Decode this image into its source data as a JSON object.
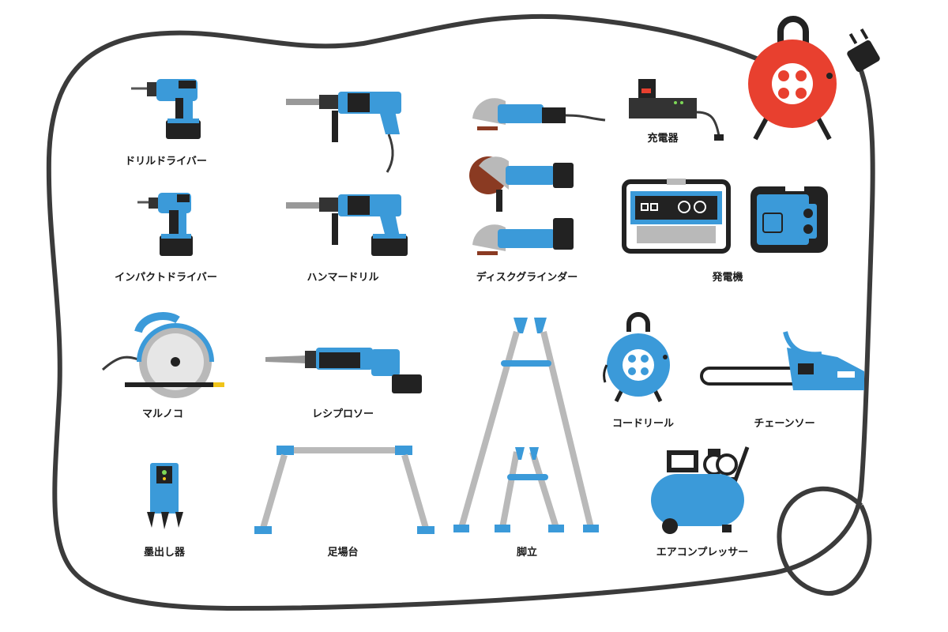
{
  "colors": {
    "cord": "#3b3b3b",
    "tool_blue": "#3b9ad9",
    "tool_dark": "#222222",
    "metal_gray": "#b9b9b9",
    "reel_red": "#e8402f",
    "disc_brown": "#8a3a22"
  },
  "tools": [
    {
      "id": "drill-driver",
      "label": "ドリルドライバー",
      "icon": "drill-driver-icon"
    },
    {
      "id": "impact-driver",
      "label": "インパクトドライバー",
      "icon": "impact-driver-icon"
    },
    {
      "id": "hammer-drill",
      "label": "ハンマードリル",
      "icon": "hammer-drill-icon"
    },
    {
      "id": "disc-grinder",
      "label": "ディスクグラインダー",
      "icon": "disc-grinder-icon"
    },
    {
      "id": "charger",
      "label": "充電器",
      "icon": "charger-icon"
    },
    {
      "id": "generator",
      "label": "発電機",
      "icon": "generator-icon"
    },
    {
      "id": "circular-saw",
      "label": "マルノコ",
      "icon": "circular-saw-icon"
    },
    {
      "id": "reciprocating-saw",
      "label": "レシプロソー",
      "icon": "reciprocating-saw-icon"
    },
    {
      "id": "cord-reel",
      "label": "コードリール",
      "icon": "cord-reel-icon"
    },
    {
      "id": "chainsaw",
      "label": "チェーンソー",
      "icon": "chainsaw-icon"
    },
    {
      "id": "laser-level",
      "label": "墨出し器",
      "icon": "laser-level-icon"
    },
    {
      "id": "scaffold",
      "label": "足場台",
      "icon": "scaffold-icon"
    },
    {
      "id": "stepladder",
      "label": "脚立",
      "icon": "stepladder-icon"
    },
    {
      "id": "air-compressor",
      "label": "エアコンプレッサー",
      "icon": "air-compressor-icon"
    }
  ]
}
